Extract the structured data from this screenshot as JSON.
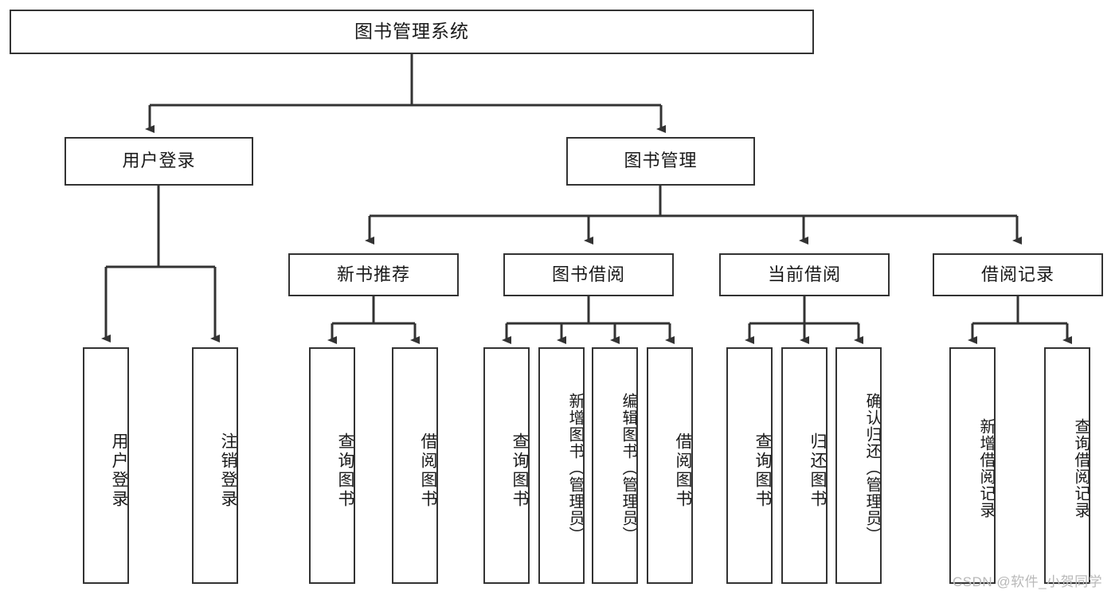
{
  "diagram": {
    "type": "tree-hierarchy",
    "title": "图书管理系统",
    "watermark": "CSDN @软件_小贺同学",
    "colors": {
      "stroke": "#333333",
      "background": "#ffffff",
      "text": "#1a1a1a",
      "watermark": "#b9b9b9"
    },
    "levels": {
      "level1": [
        "图书管理系统"
      ],
      "level2": [
        "用户登录",
        "图书管理"
      ],
      "level3": [
        "新书推荐",
        "图书借阅",
        "当前借阅",
        "借阅记录"
      ],
      "level4": [
        "用户登录",
        "注销登录",
        "查询图书",
        "借阅图书",
        "查询图书",
        "新增图书（管理员）",
        "编辑图书（管理员）",
        "借阅图书",
        "查询图书",
        "归还图书",
        "确认归还（管理员）",
        "新增借阅记录",
        "查询借阅记录"
      ]
    },
    "nodes": {
      "root": {
        "label": "图书管理系统"
      },
      "user_login": {
        "label": "用户登录"
      },
      "book_manage": {
        "label": "图书管理"
      },
      "new_book_rec": {
        "label": "新书推荐"
      },
      "book_borrow": {
        "label": "图书借阅"
      },
      "current_borrow": {
        "label": "当前借阅"
      },
      "borrow_record": {
        "label": "借阅记录"
      },
      "leaf_user_login": {
        "label": "用户登录"
      },
      "leaf_logout": {
        "label": "注销登录"
      },
      "leaf_query_book_1": {
        "label": "查询图书"
      },
      "leaf_borrow_book_1": {
        "label": "借阅图书"
      },
      "leaf_query_book_2": {
        "label": "查询图书"
      },
      "leaf_add_book": {
        "label": "新增图书（管理员）"
      },
      "leaf_edit_book": {
        "label": "编辑图书（管理员）"
      },
      "leaf_borrow_book_2": {
        "label": "借阅图书"
      },
      "leaf_query_book_3": {
        "label": "查询图书"
      },
      "leaf_return_book": {
        "label": "归还图书"
      },
      "leaf_confirm_return": {
        "label": "确认归还（管理员）"
      },
      "leaf_add_record": {
        "label": "新增借阅记录"
      },
      "leaf_query_record": {
        "label": "查询借阅记录"
      }
    }
  }
}
